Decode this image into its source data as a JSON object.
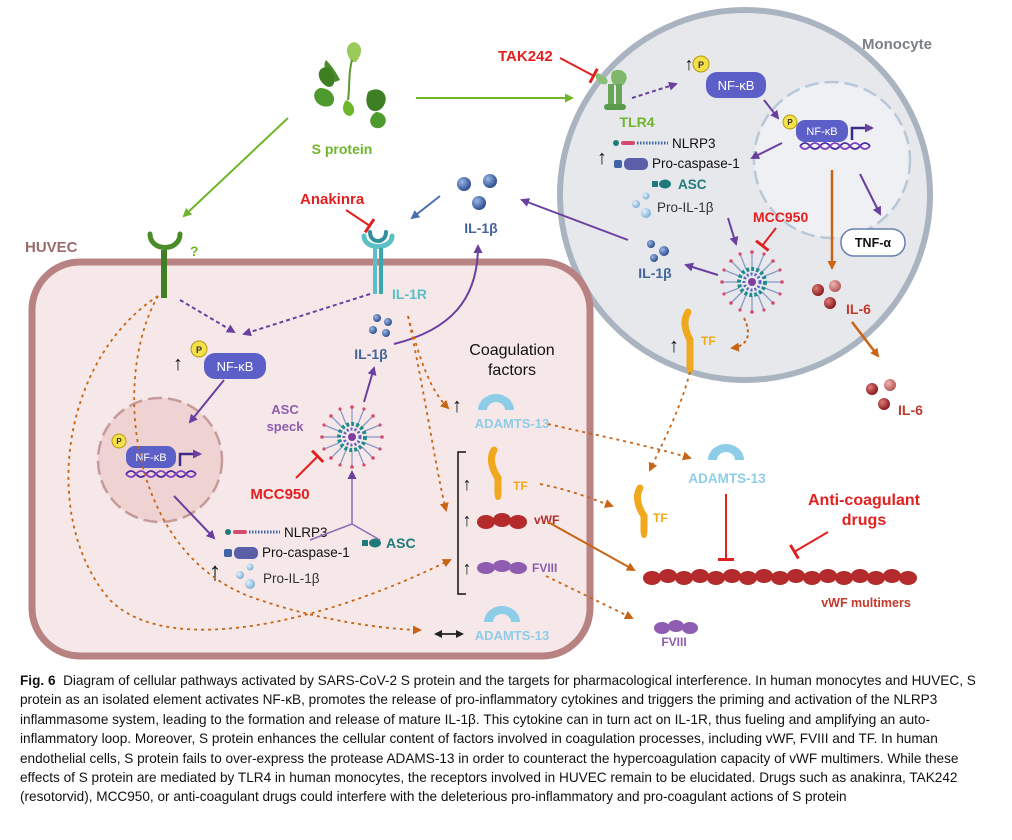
{
  "labels": {
    "s_protein": "S protein",
    "huvec": "HUVEC",
    "monocyte": "Monocyte",
    "tak242": "TAK242",
    "tlr4": "TLR4",
    "nfkb": "NF-κB",
    "phospho": "P",
    "nlrp3": "NLRP3",
    "pro_caspase1": "Pro-caspase-1",
    "asc": "ASC",
    "pro_il1b": "Pro-IL-1β",
    "mcc950": "MCC950",
    "il1b": "IL-1β",
    "tnfa": "TNF-α",
    "il6": "IL-6",
    "tf": "TF",
    "anakinra": "Anakinra",
    "il1r": "IL-1R",
    "question": "?",
    "asc_speck": "ASC speck",
    "coag_factors": "Coagulation factors",
    "adamts13": "ADAMTS-13",
    "vwf": "vWF",
    "fviii": "FVIII",
    "anticoag_drugs": "Anti-coagulant drugs",
    "vwf_multimers": "vWF multimers"
  },
  "caption": {
    "fig_label": "Fig. 6",
    "text": "Diagram of cellular pathways activated by SARS-CoV-2 S protein and the targets for pharmacological interference. In human monocytes and HUVEC, S protein as an isolated element activates NF-κB, promotes the release of pro-inflammatory cytokines and triggers the priming and activation of the NLRP3 inflammasome system, leading to the formation and release of mature IL-1β. This cytokine can in turn act on IL-1R, thus fueling and amplifying an auto-inflammatory loop. Moreover, S protein enhances the cellular content of factors involved in coagulation processes, including vWF, FVIII and TF. In human endothelial cells, S protein fails to over-express the protease ADAMS-13 in order to counteract the hypercoagulation capacity of vWF multimers. While these effects of S protein are mediated by TLR4 in human monocytes, the receptors involved in HUVEC remain to be elucidated. Drugs such as anakinra, TAK242 (resotorvid), MCC950, or anti-coagulant drugs could interfere with the deleterious pro-inflammatory and pro-coagulant actions of S protein"
  },
  "colors": {
    "green": "#6fb52c",
    "purple": "#6b3fa0",
    "orange": "#c86414",
    "red": "#e32020",
    "huvec_fill": "#f6e8e8",
    "huvec_border": "#b98282",
    "monocyte_fill": "#e6e8ec",
    "nfkb_fill": "#5b5fc7",
    "il1r_teal": "#5bc0c6",
    "adamts": "#8ecde8",
    "tf": "#f0a81e",
    "vwf": "#b52a2a",
    "fviii": "#8e5cb0",
    "il6": "#a32a2a",
    "il1b": "#3f64a8",
    "label_blue": "#42649a",
    "label_red": "#c0392b",
    "label_teal": "#1f7a7a"
  },
  "icons": [
    "spike-protein-icon",
    "receptor-icon",
    "inflammasome-icon",
    "dna-icon",
    "nucleus-icon",
    "cytokine-icon"
  ]
}
